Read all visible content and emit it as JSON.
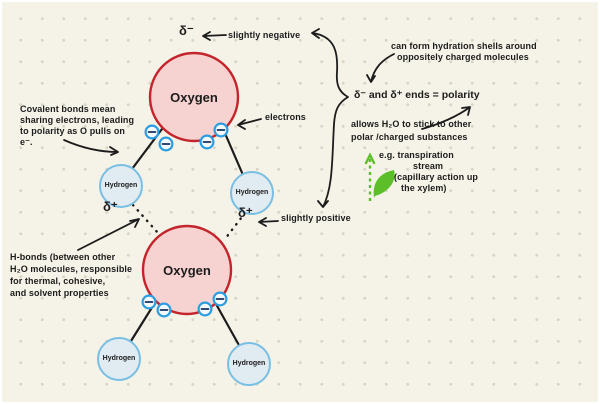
{
  "colors": {
    "background": "#f5f3e7",
    "dot": "#d6d3c2",
    "ink": "#1c1c1c",
    "oxygen_fill": "#f6d2d0",
    "oxygen_stroke": "#c4242c",
    "hydrogen_fill": "#e1ebf2",
    "hydrogen_stroke": "#79bfe4",
    "electron_stroke": "#2b9de0",
    "green": "#5cbf2a"
  },
  "atoms": {
    "oxygen": "Oxygen",
    "hydrogen": "Hydrogen"
  },
  "labels": {
    "delta_minus": "δ⁻",
    "delta_plus": "δ⁺",
    "slightly_negative": "slightly negative",
    "slightly_positive": "slightly positive",
    "electrons": "electrons",
    "polarity_statement": "δ⁻ and δ⁺ ends = polarity"
  },
  "notes": {
    "covalent": [
      "Covalent bonds mean",
      "sharing electrons, leading",
      "to polarity as O pulls on",
      "e⁻."
    ],
    "h_bonds": [
      "H-bonds (between other",
      "H₂O molecules, responsible",
      "for thermal, cohesive,",
      "and solvent properties"
    ],
    "hydration": [
      "can form hydration shells around",
      "oppositely charged molecules"
    ],
    "stick": [
      "allows H₂O to stick to other",
      "polar /charged substances"
    ],
    "example": [
      "e.g. transpiration",
      "stream",
      "(capillary action up",
      "the xylem)"
    ]
  }
}
